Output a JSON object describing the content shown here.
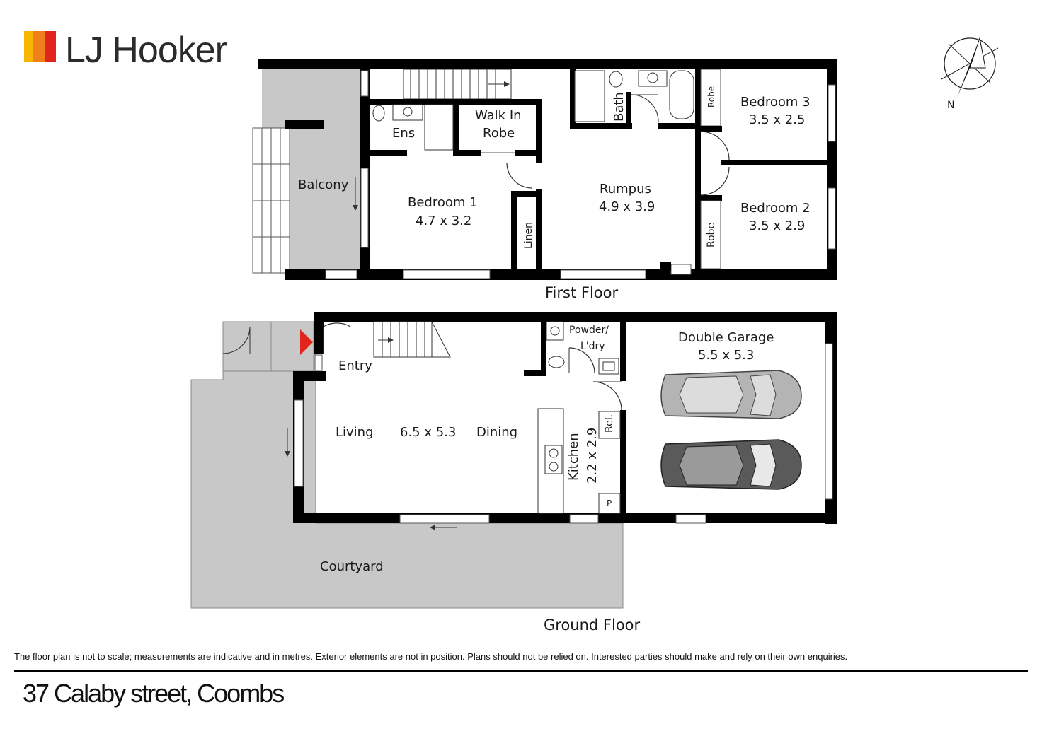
{
  "brand": {
    "name": "LJ Hooker",
    "colors": {
      "yellow": "#f7b500",
      "orange": "#f07e1b",
      "red": "#e1251b",
      "text": "#2b2b2b"
    }
  },
  "compass": {
    "label": "N"
  },
  "first_floor": {
    "title": "First Floor",
    "rooms": {
      "balcony": "Balcony",
      "ensuite": "Ens",
      "walk_in_robe_line1": "Walk In",
      "walk_in_robe_line2": "Robe",
      "bath": "Bath",
      "robe_top": "Robe",
      "bedroom3_name": "Bedroom 3",
      "bedroom3_size": "3.5 x 2.5",
      "bedroom1_name": "Bedroom 1",
      "bedroom1_size": "4.7 x 3.2",
      "linen": "Linen",
      "rumpus_name": "Rumpus",
      "rumpus_size": "4.9 x 3.9",
      "robe_bottom": "Robe",
      "bedroom2_name": "Bedroom 2",
      "bedroom2_size": "3.5 x 2.9"
    }
  },
  "ground_floor": {
    "title": "Ground Floor",
    "rooms": {
      "powder_line1": "Powder/",
      "powder_line2": "L'dry",
      "garage_name": "Double Garage",
      "garage_size": "5.5 x 5.3",
      "entry": "Entry",
      "living": "Living",
      "living_size": "6.5 x 5.3",
      "dining": "Dining",
      "kitchen_name": "Kitchen",
      "kitchen_size": "2.2 x 2.9",
      "ref": "Ref.",
      "pantry": "P",
      "courtyard": "Courtyard"
    },
    "colors": {
      "courtyard": "#c8c8c8",
      "entry_marker": "#e1251b",
      "car_light": "#b4b4b4",
      "car_dark": "#5a5a5a"
    }
  },
  "footer": {
    "disclaimer": "The floor plan is not to scale; measurements are indicative and in metres. Exterior elements are not in position. Plans should not be relied on. Interested parties should make and rely on their own enquiries.",
    "address": "37 Calaby street, Coombs"
  }
}
